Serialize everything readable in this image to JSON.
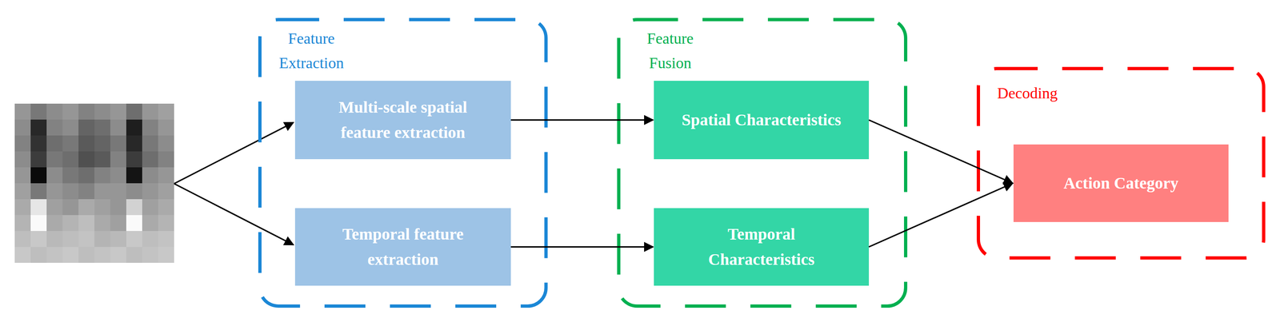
{
  "diagram": {
    "nodes": [
      {
        "text": [
          "Feature Extraction"
        ]
      },
      {
        "text": [
          "Multi-scale spatial feature extraction"
        ],
        "in": 0
      },
      {
        "text": [
          "Temporal feature extraction"
        ],
        "in": 0
      },
      {
        "text": [
          "Feature Fusion"
        ]
      },
      {
        "text": [
          "Spatial Characteristics"
        ],
        "in": 3
      },
      {
        "text": [
          "Temporal Characteristics"
        ],
        "in": 3
      },
      {
        "text": [
          "Decoding"
        ]
      },
      {
        "text": [
          "Action Category"
        ],
        "in": 6
      }
    ],
    "edges": [
      {
        "from": 1,
        "to": 4,
        "arrow": "to"
      },
      {
        "from": 2,
        "to": 5,
        "arrow": "to"
      },
      {
        "from": 4,
        "to": 7,
        "arrow": "to"
      },
      {
        "from": 5,
        "to": 7,
        "arrow": "to"
      }
    ]
  }
}
